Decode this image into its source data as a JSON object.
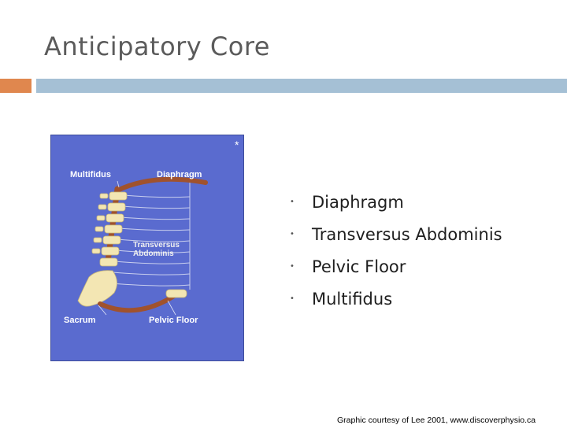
{
  "slide": {
    "title": "Anticipatory Core",
    "bullets": [
      "Diaphragm",
      "Transversus Abdominis",
      "Pelvic Floor",
      "Multifidus"
    ],
    "credit": "Graphic courtesy of Lee 2001, www.discoverphysio.ca"
  },
  "figure": {
    "labels": {
      "multifidus": "Multifidus",
      "diaphragm": "Diaphragm",
      "transversus_line1": "Transversus",
      "transversus_line2": "Abdominis",
      "sacrum": "Sacrum",
      "pelvic_floor": "Pelvic Floor",
      "asterisk": "*"
    },
    "colors": {
      "background": "#5a6bcf",
      "muscle": "#a0522d",
      "bone": "#f3e6b3",
      "fiber_lines": "#c9cfee"
    }
  },
  "theme": {
    "accent_orange": "#e0874e",
    "accent_blue": "#a5c0d5"
  }
}
